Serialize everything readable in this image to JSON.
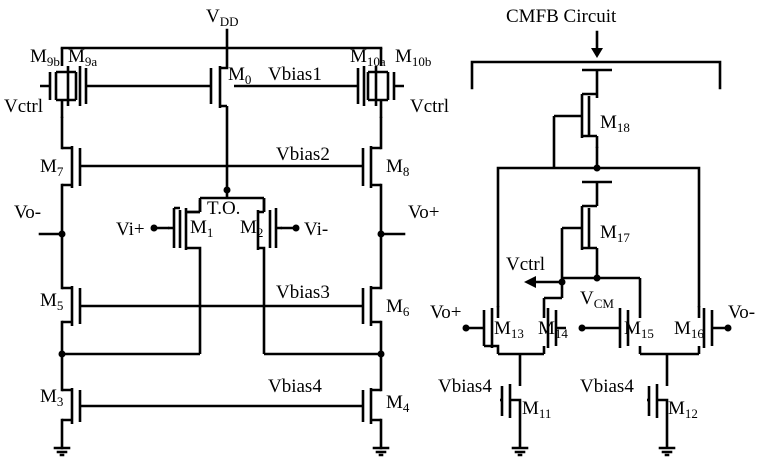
{
  "labels": {
    "vdd_main": "V",
    "vdd_sub": "DD",
    "cmfb_title": "CMFB Circuit",
    "m9b_main": "M",
    "m9b_sub": "9b",
    "m9a_main": "M",
    "m9a_sub": "9a",
    "m0_main": "M",
    "m0_sub": "0",
    "vbias1": "Vbias1",
    "m10a_main": "M",
    "m10a_sub": "10a",
    "m10b_main": "M",
    "m10b_sub": "10b",
    "vctrl_left": "Vctrl",
    "vctrl_right": "Vctrl",
    "m7_main": "M",
    "m7_sub": "7",
    "vbias2": "Vbias2",
    "m8_main": "M",
    "m8_sub": "8",
    "to": "T.O.",
    "vo_minus_left": "Vo-",
    "vo_plus_left": "Vo+",
    "vi_plus": "Vi+",
    "m1_main": "M",
    "m1_sub": "1",
    "m2_main": "M",
    "m2_sub": "2",
    "vi_minus": "Vi-",
    "m5_main": "M",
    "m5_sub": "5",
    "vbias3": "Vbias3",
    "m6_main": "M",
    "m6_sub": "6",
    "m3_main": "M",
    "m3_sub": "3",
    "vbias4_left": "Vbias4",
    "m4_main": "M",
    "m4_sub": "4",
    "m18_main": "M",
    "m18_sub": "18",
    "m17_main": "M",
    "m17_sub": "17",
    "vctrl_cmfb": "Vctrl",
    "vcm_main": "V",
    "vcm_sub": "CM",
    "vo_plus_cmfb": "Vo+",
    "vo_minus_cmfb": "Vo-",
    "m13_main": "M",
    "m13_sub": "13",
    "m14_main": "M",
    "m14_sub": "14",
    "m15_main": "M",
    "m15_sub": "15",
    "m16_main": "M",
    "m16_sub": "16",
    "vbias4_cmfb_left": "Vbias4",
    "vbias4_cmfb_right": "Vbias4",
    "m11_main": "M",
    "m11_sub": "11",
    "m12_main": "M",
    "m12_sub": "12"
  }
}
